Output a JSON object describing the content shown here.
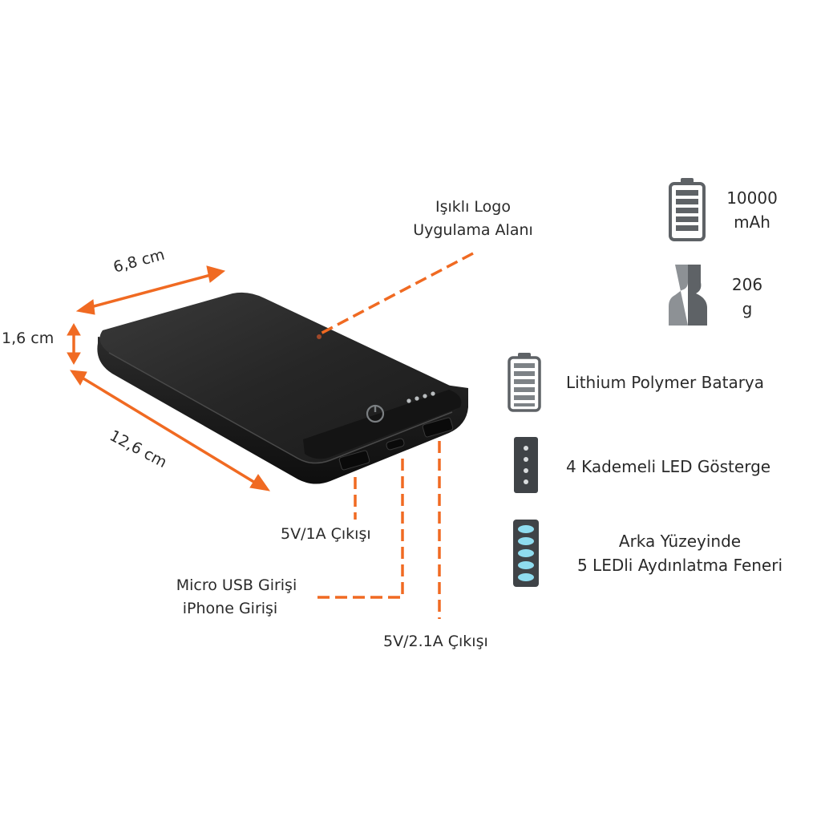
{
  "dimensions": {
    "length": "12,6 cm",
    "width": "6,8 cm",
    "thickness": "1,6 cm"
  },
  "callouts": {
    "logo_line1": "Işıklı Logo",
    "logo_line2": "Uygulama Alanı",
    "output_1a": "5V/1A Çıkışı",
    "input_line1": "Micro USB Girişi",
    "input_line2": "iPhone Girişi",
    "output_21a": "5V/2.1A Çıkışı"
  },
  "specs": {
    "capacity_line1": "10000",
    "capacity_line2": "mAh",
    "weight_line1": "206",
    "weight_line2": "g"
  },
  "features": {
    "battery": "Lithium Polymer Batarya",
    "led": "4 Kademeli LED Gösterge",
    "flash_line1": "Arka Yüzeyinde",
    "flash_line2": "5 LEDli Aydınlatma Feneri"
  },
  "colors": {
    "accent": "#f06a22",
    "device": "#1c1c1c",
    "icon": "#5e6266"
  },
  "icons": [
    "battery-icon",
    "weight-icon",
    "battery-cell-icon",
    "led-indicator-icon",
    "flashlight-icon",
    "power-icon"
  ]
}
